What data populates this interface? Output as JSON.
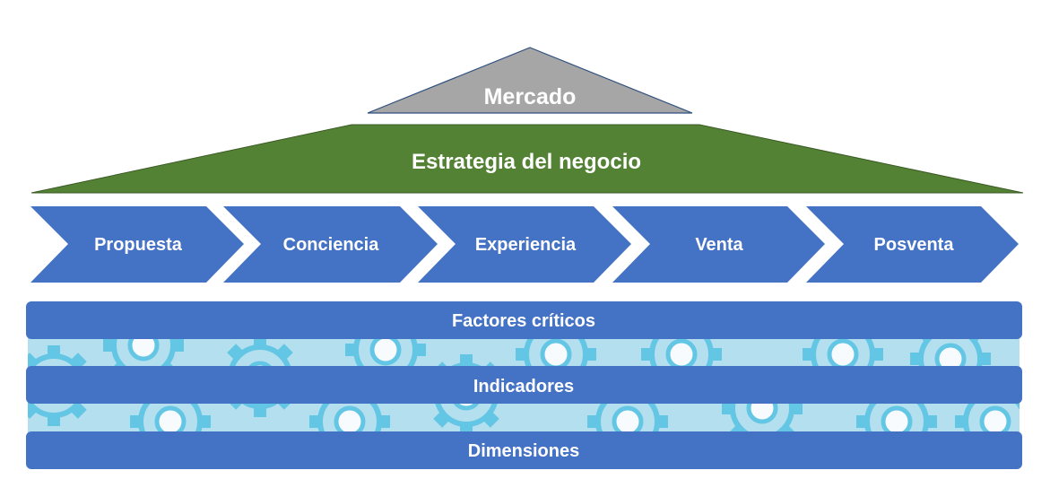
{
  "roof": {
    "market_label": "Mercado",
    "strategy_label": "Estrategia del negocio"
  },
  "journey": {
    "steps": [
      {
        "label": "Propuesta"
      },
      {
        "label": "Conciencia"
      },
      {
        "label": "Experiencia"
      },
      {
        "label": "Venta"
      },
      {
        "label": "Posventa"
      }
    ]
  },
  "layers": {
    "factors_label": "Factores críticos",
    "indicators_label": "Indicadores",
    "dimensions_label": "Dimensiones"
  },
  "colors": {
    "market": "#a6a6a6",
    "strategy": "#548235",
    "blue": "#4472c4",
    "gears": "#5bc4e3",
    "gears_bg": "#b4dfee"
  }
}
